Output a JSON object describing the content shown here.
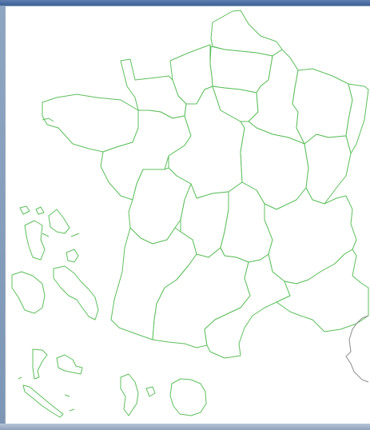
{
  "map": {
    "subject": "regions-of-france",
    "colors": {
      "region_stroke": "#5cbf5c",
      "region_fill": "#ffffff",
      "foreign_stroke": "#8a8a8a",
      "frame": "#7d96b6"
    },
    "mainland_regions": [
      "nord-pas-de-calais",
      "picardie",
      "haute-normandie",
      "basse-normandie",
      "bretagne",
      "pays-de-la-loire",
      "centre",
      "ile-de-france",
      "champagne-ardenne",
      "lorraine",
      "alsace",
      "bourgogne",
      "franche-comte",
      "poitou-charentes",
      "limousin",
      "auvergne",
      "rhone-alpes",
      "aquitaine",
      "midi-pyrenees",
      "languedoc-roussillon",
      "provence-alpes-cote-d-azur"
    ],
    "overseas_and_islands": [
      "guadeloupe",
      "martinique",
      "guyane",
      "reunion",
      "mayotte",
      "nouvelle-caledonie",
      "wallis-et-futuna",
      "polynesie-francaise",
      "saint-pierre-et-miquelon"
    ]
  }
}
